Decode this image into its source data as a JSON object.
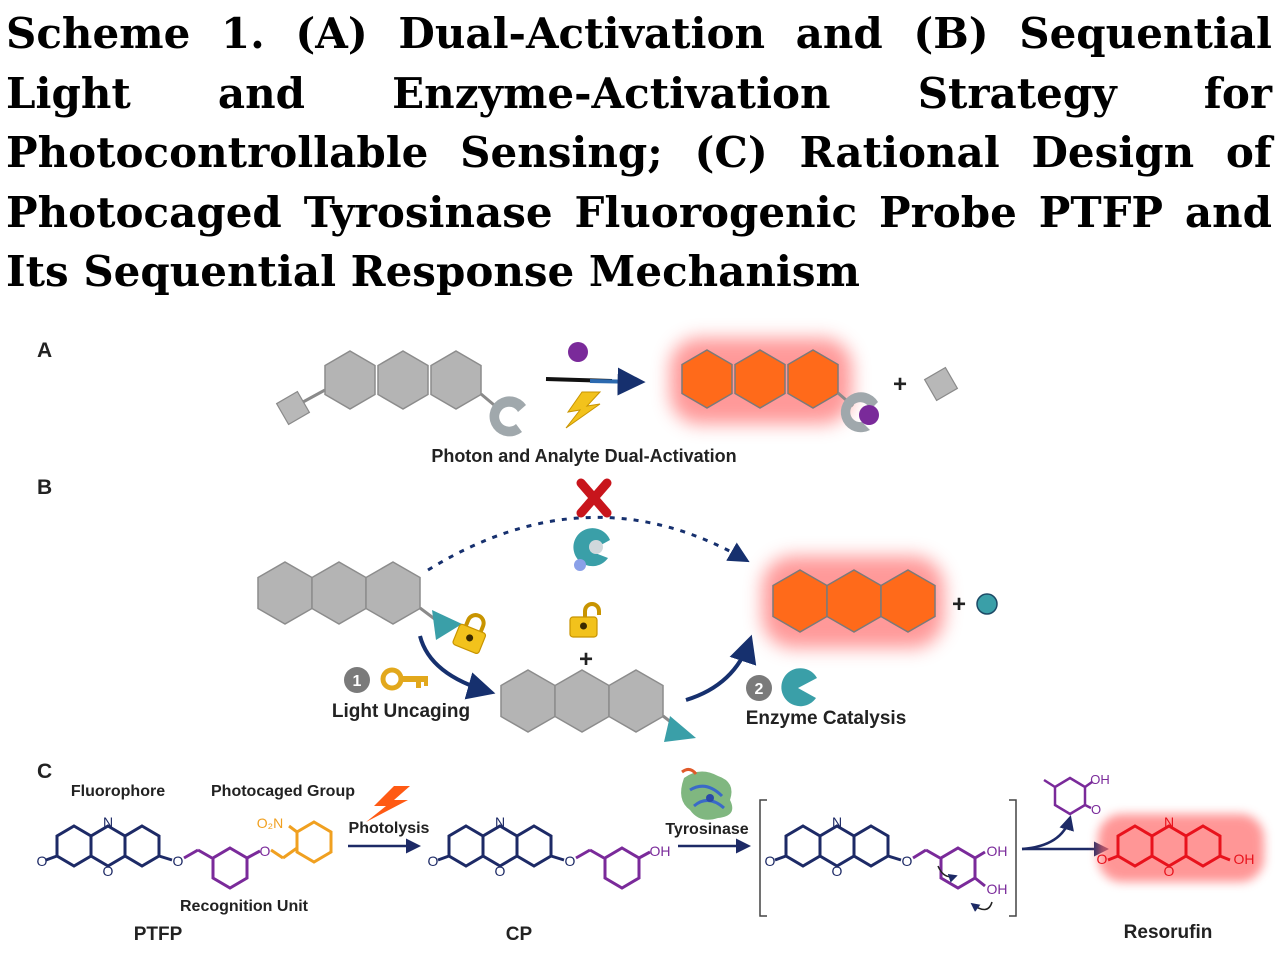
{
  "title": "Scheme 1. (A) Dual-Activation and (B) Sequential Light and Enzyme-Activation Strategy for Photocontrollable Sensing; (C) Rational Design of Photocaged Tyrosinase Fluorogenic Probe PTFP and Its Sequential Response Mechanism",
  "panels": {
    "a": {
      "letter": "A",
      "caption": "Photon and Analyte Dual-Activation",
      "plus": "+"
    },
    "b": {
      "letter": "B",
      "step1_num": "1",
      "step1_label": "Light Uncaging",
      "step2_num": "2",
      "step2_label": "Enzyme Catalysis",
      "plus_mid": "+",
      "plus_right": "+"
    },
    "c": {
      "letter": "C",
      "fluorophore": "Fluorophore",
      "photocaged_group": "Photocaged Group",
      "no2": "O₂N",
      "recognition_unit": "Recognition Unit",
      "ptfp": "PTFP",
      "photolysis": "Photolysis",
      "cp": "CP",
      "tyrosinase": "Tyrosinase",
      "resorufin": "Resorufin",
      "atom_o": "O",
      "atom_n": "N",
      "atom_oh": "OH"
    }
  },
  "colors": {
    "gray": "#b4b4b4",
    "orange": "#ff6a1a",
    "purple": "#7a2a9a",
    "navy": "#1d2a66",
    "teal": "#3a9fa8",
    "red": "#e8121c",
    "cage": "#f0a020",
    "gold": "#e2b21c"
  }
}
